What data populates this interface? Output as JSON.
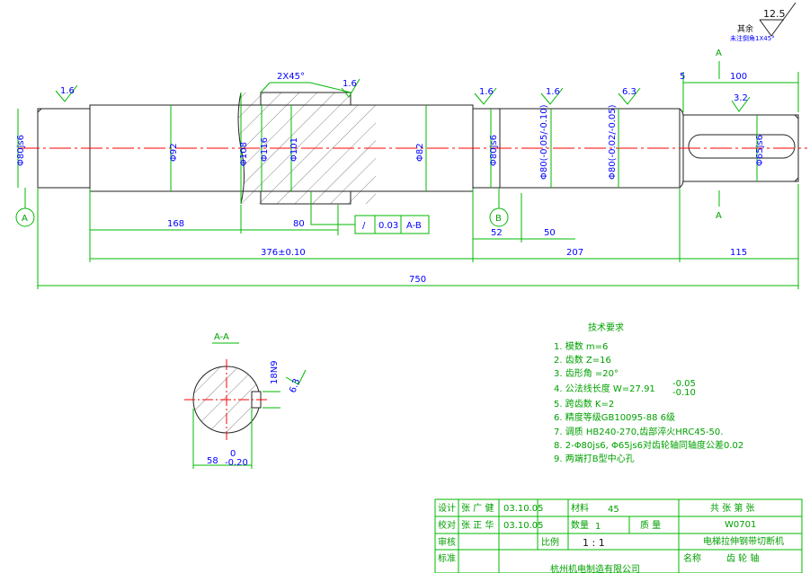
{
  "roughness": {
    "corner": "12.5",
    "other_label": "其余",
    "other_note": "未注倒角1X45°",
    "r1": "1.6",
    "r2": "1.6",
    "r3": "1.6",
    "r4": "1.6",
    "r5": "6.3",
    "r6": "3.2"
  },
  "dims": {
    "chamfer": "2X45°",
    "d1": "Φ80js6",
    "d2": "Φ92",
    "d3": "Φ108",
    "d4": "Φ116",
    "d5": "Φ101",
    "d6": "Φ82",
    "d7": "Φ80js6",
    "d8": "Φ80(-0.05/-0.10)",
    "d9": "Φ80(-0.02/-0.05)",
    "d10": "Φ65js6",
    "l168": "168",
    "l80": "80",
    "l376": "376±0.10",
    "l750": "750",
    "l52": "52",
    "l50": "50",
    "l207": "207",
    "l115": "115",
    "l100": "100",
    "l5": "5",
    "sec_A": "A",
    "sec_A2": "A",
    "tol_sym": "/",
    "tol_val": "0.03",
    "tol_ref": "A-B",
    "datum_a": "A",
    "datum_b": "B"
  },
  "section": {
    "title": "A-A",
    "key_w": "18N9",
    "rough": "6.3",
    "dim": "58-0.20",
    "dim_top": "0",
    "dim_bot": "-0.20"
  },
  "tech": {
    "title": "技术要求",
    "items": [
      "1. 模数  m=6",
      "2. 齿数  Z=16",
      "3. 齿形角  =20°",
      "4. 公法线长度  W=27.91",
      "5. 跨齿数  K=2",
      "6. 精度等级GB10095-88  6级",
      "7.  调质  HB240-270,齿部淬火HRC45-50.",
      "8. 2-Φ80js6, Φ65js6对齿轮轴同轴度公差0.02",
      "9. 两端打B型中心孔"
    ],
    "w_upper": "-0.05",
    "w_lower": "-0.10"
  },
  "title_block": {
    "design_label": "设计",
    "design_name": "张 广 健",
    "design_date": "03.10.05",
    "check_label": "校对",
    "check_name": "张 正 华",
    "check_date": "03.10.05",
    "review_label": "审核",
    "std_label": "标准",
    "material_label": "材料",
    "material": "45",
    "qty_label": "数量",
    "qty": "1",
    "weight_label": "质 量",
    "scale_label": "比例",
    "scale": "1 : 1",
    "sheet_header": "共  张  第  张",
    "drawing_no": "W0701",
    "product": "电梯拉伸钢带切断机",
    "company": "杭州机电制造有限公司",
    "name_label": "名称",
    "part_name": "齿 轮 轴"
  }
}
